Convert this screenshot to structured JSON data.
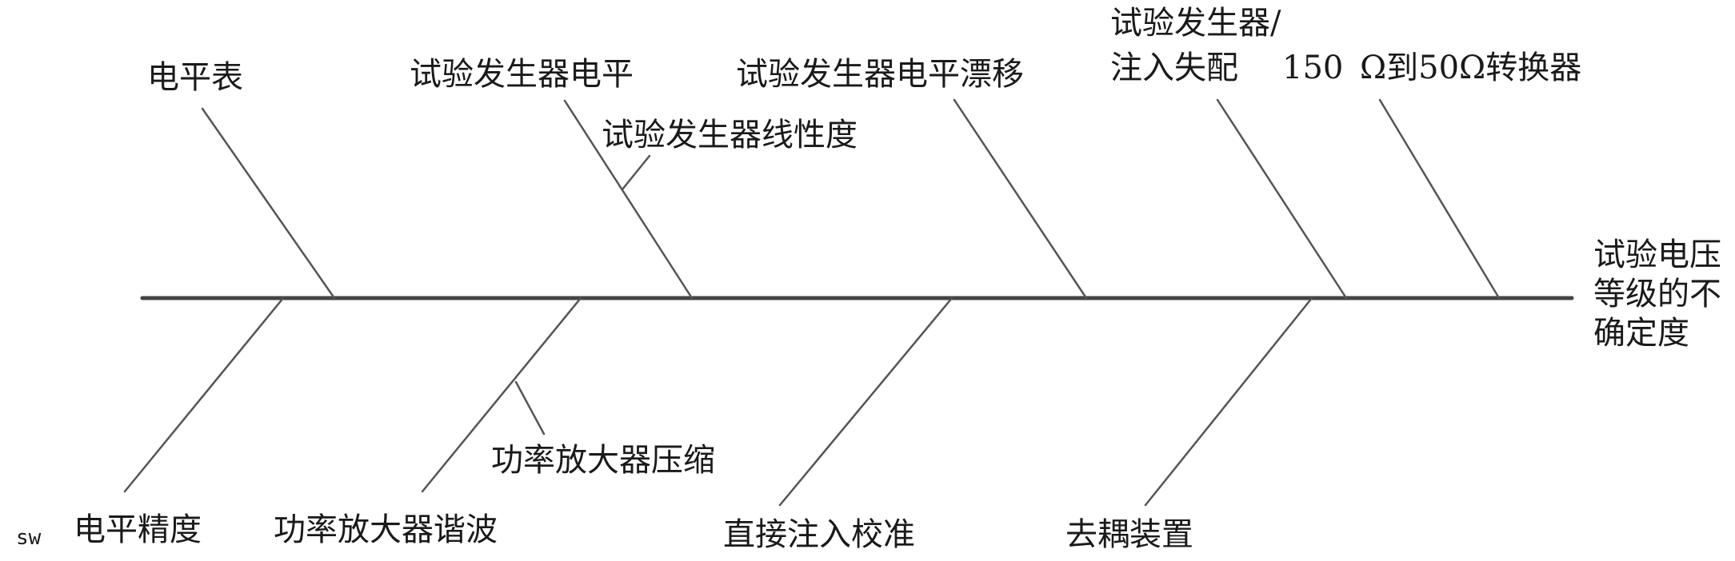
{
  "effect": [
    "试验电压",
    "等级的不",
    "确定度"
  ],
  "causes_top": {
    "level_meter": "电平表",
    "generator_level": "试验发生器电平",
    "generator_linearity": "试验发生器线性度",
    "generator_drift": "试验发生器电平漂移",
    "injection_mismatch": [
      "试验发生器/",
      "注入失配"
    ],
    "converter_value": "150",
    "converter": "Ω到50Ω转换器"
  },
  "causes_bottom": {
    "sw_prefix": "sw",
    "level_accuracy": "电平精度",
    "amp_harmonics": "功率放大器谐波",
    "amp_compression": "功率放大器压缩",
    "direct_injection": "直接注入校准",
    "decoupling": "去耦装置"
  }
}
